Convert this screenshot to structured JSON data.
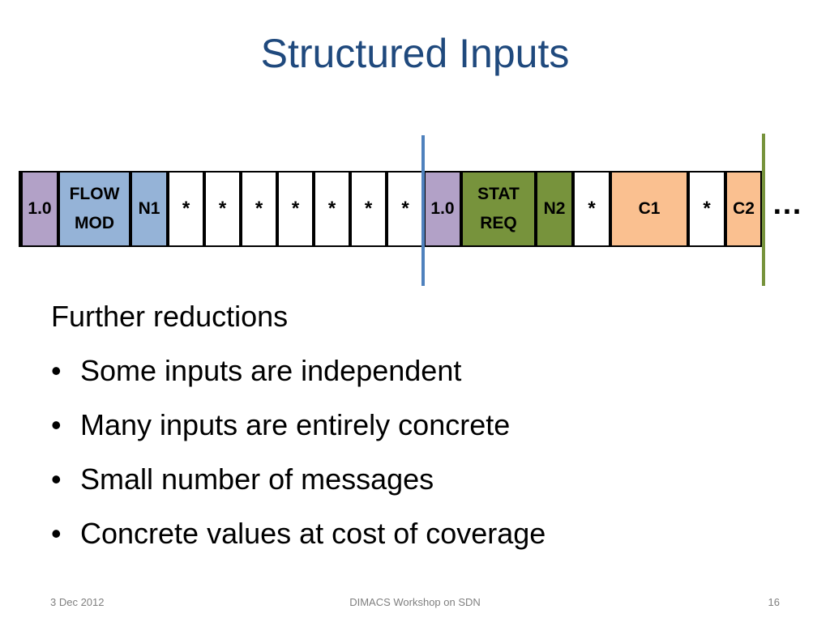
{
  "title": "Structured Inputs",
  "colors": {
    "title": "#1F497D",
    "version": "#B2A1C7",
    "flowmod": "#95B3D7",
    "statreq": "#77933C",
    "constant": "#FAC090",
    "wildcard": "#FFFFFF",
    "blue_marker": "#4F81BD",
    "green_marker": "#77933C"
  },
  "packet": {
    "cells": [
      {
        "label": "1.0",
        "kind": "version"
      },
      {
        "label": "FLOW\nMOD",
        "kind": "flowmod"
      },
      {
        "label": "N1",
        "kind": "flowmod"
      },
      {
        "label": "*",
        "kind": "wildcard"
      },
      {
        "label": "*",
        "kind": "wildcard"
      },
      {
        "label": "*",
        "kind": "wildcard"
      },
      {
        "label": "*",
        "kind": "wildcard"
      },
      {
        "label": "*",
        "kind": "wildcard"
      },
      {
        "label": "*",
        "kind": "wildcard"
      },
      {
        "label": "*",
        "kind": "wildcard"
      },
      {
        "label": "1.0",
        "kind": "version"
      },
      {
        "label": "STAT\nREQ",
        "kind": "statreq"
      },
      {
        "label": "N2",
        "kind": "statreq"
      },
      {
        "label": "*",
        "kind": "wildcard"
      },
      {
        "label": "C1",
        "kind": "constant"
      },
      {
        "label": "*",
        "kind": "wildcard"
      },
      {
        "label": "C2",
        "kind": "constant"
      }
    ],
    "ellipsis": "…"
  },
  "content": {
    "lead": "Further reductions",
    "bullet_char": "•",
    "bullets": [
      "Some inputs are independent",
      "Many inputs are entirely concrete",
      "Small number of messages",
      "Concrete values at cost of coverage"
    ]
  },
  "footer": {
    "date": "3 Dec 2012",
    "center": "DIMACS Workshop on SDN",
    "page": "16"
  }
}
